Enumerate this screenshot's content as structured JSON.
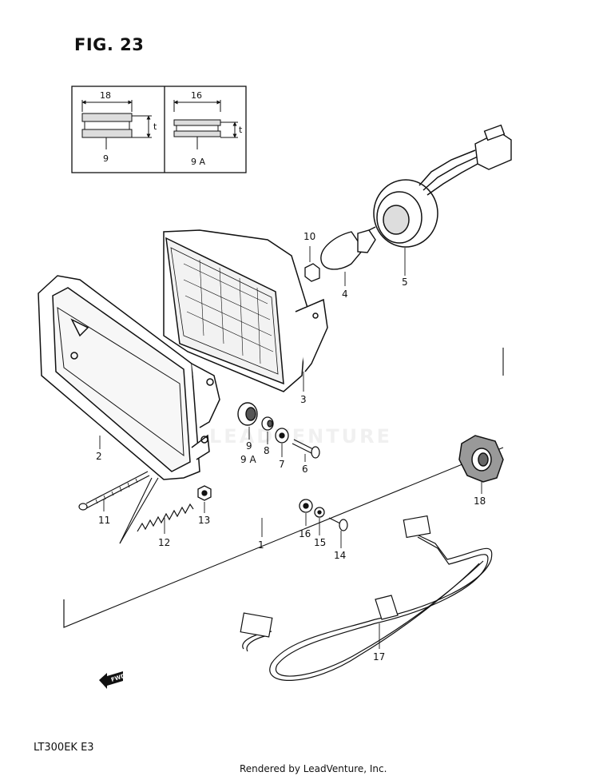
{
  "figure": {
    "title": "FIG. 23",
    "model_code": "LT300EK  E3",
    "footer": "Rendered by LeadVenture, Inc.",
    "watermark": "LEADVENTURE"
  },
  "inset": {
    "left": {
      "dimension": "18",
      "thickness": "t",
      "part": "9"
    },
    "right": {
      "dimension": "16",
      "thickness": "t",
      "part": "9 A"
    }
  },
  "callouts": [
    "1",
    "2",
    "3",
    "4",
    "5",
    "6",
    "7",
    "8",
    "9",
    "9 A",
    "10",
    "11",
    "12",
    "13",
    "14",
    "15",
    "16",
    "17",
    "18"
  ],
  "fwd_label": "FWD"
}
